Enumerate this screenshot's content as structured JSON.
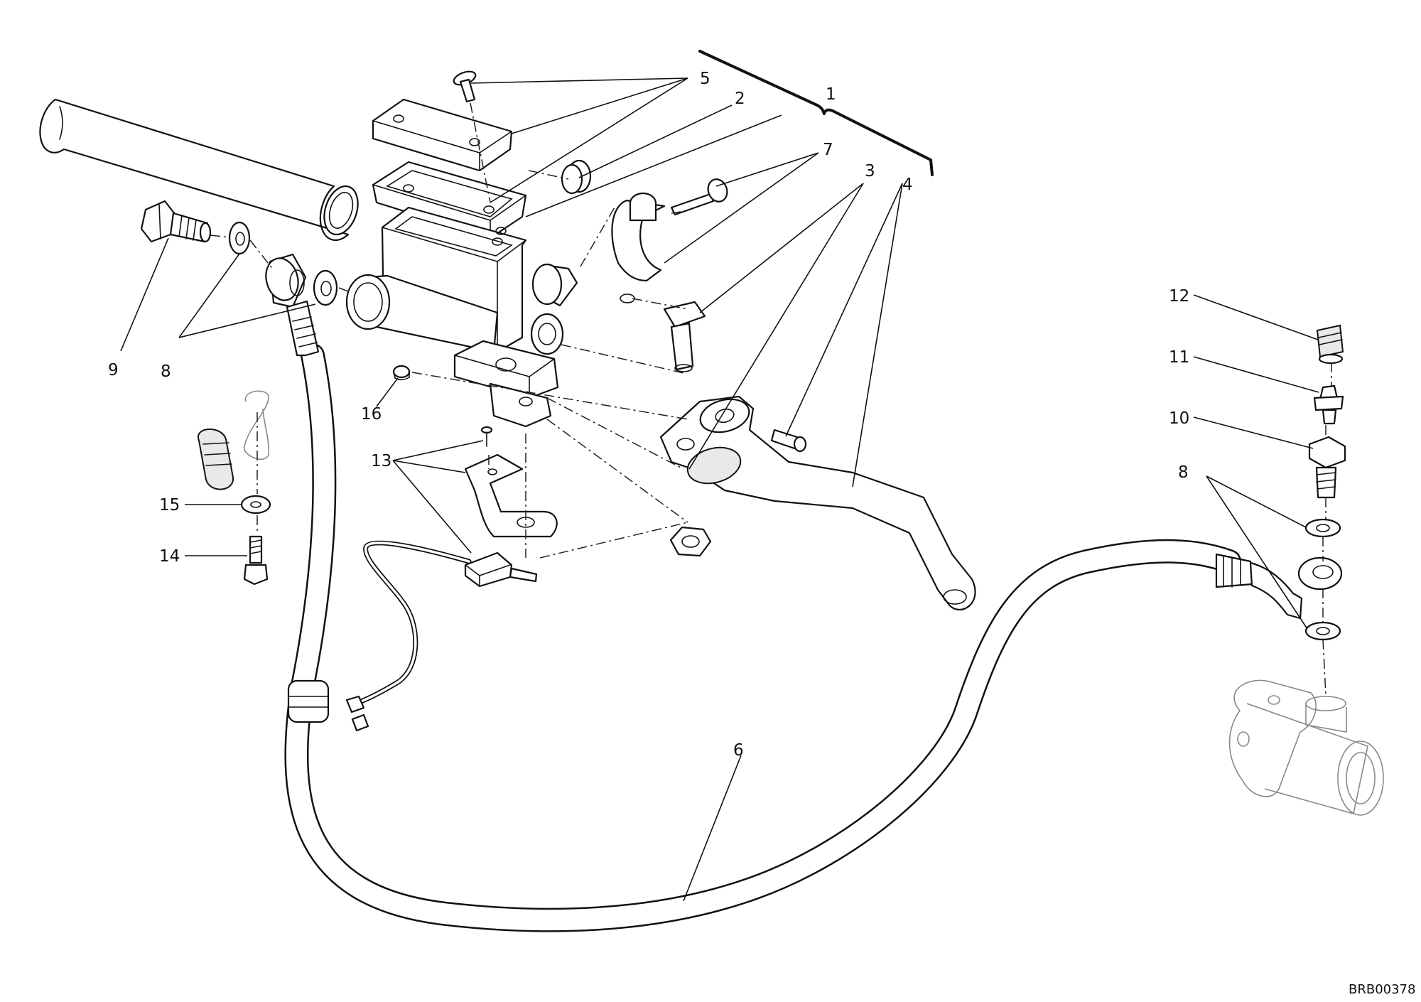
{
  "diagram": {
    "callouts": {
      "c1": "1",
      "c2": "2",
      "c3": "3",
      "c4": "4",
      "c5": "5",
      "c6": "6",
      "c7": "7",
      "c8a": "8",
      "c8b": "8",
      "c9": "9",
      "c10": "10",
      "c11": "11",
      "c12": "12",
      "c13": "13",
      "c14": "14",
      "c15": "15",
      "c16": "16"
    },
    "drawing_code": "BRB00378"
  }
}
